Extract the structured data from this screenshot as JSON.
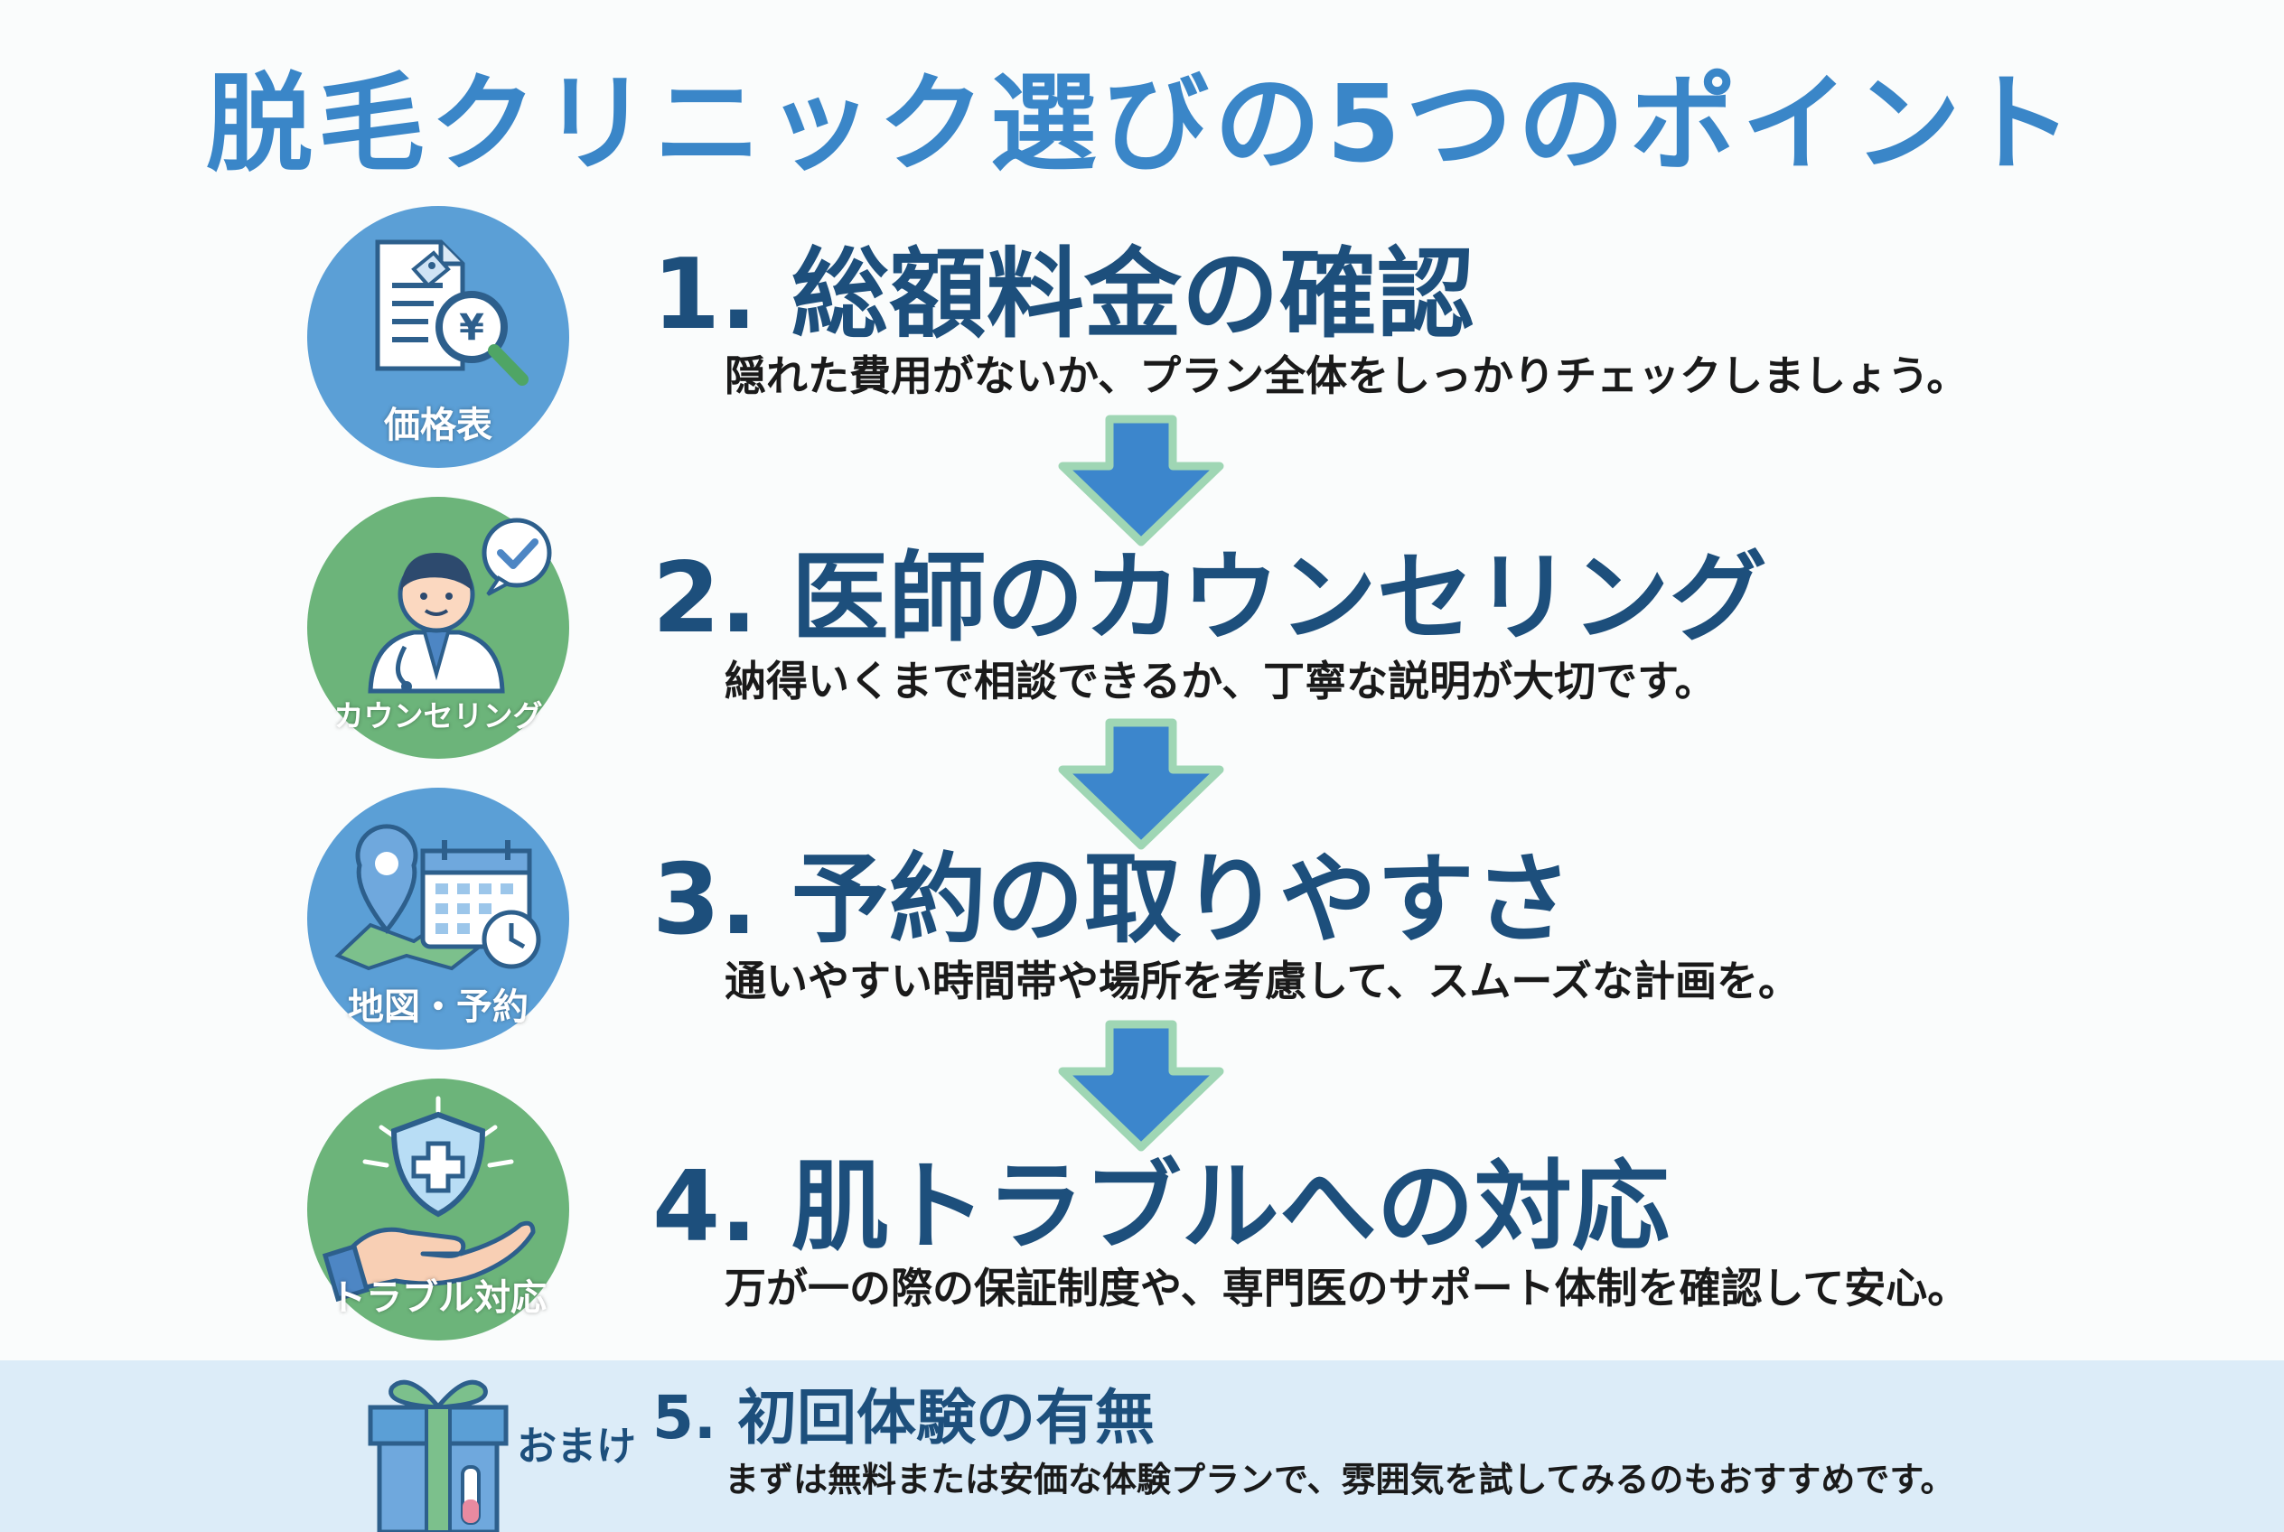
{
  "title": "脱毛クリニック選びの5つのポイント",
  "colors": {
    "title": "#3a86c8",
    "heading": "#1d4f7c",
    "circle_blue": "#5b9fd6",
    "circle_green": "#6cb47a",
    "arrow_fill": "#3c86cc",
    "arrow_outline": "#9fd6b4",
    "bonus_band": "#dcecf8"
  },
  "points": [
    {
      "heading": "1. 総額料金の確認",
      "description": "隠れた費用がないか、プラン全体をしっかりチェックしましょう。",
      "icon_label": "価格表",
      "icon": "price-list-yen-magnifier-icon"
    },
    {
      "heading": "2. 医師のカウンセリング",
      "description": "納得いくまで相談できるか、丁寧な説明が大切です。",
      "icon_label": "カウンセリング",
      "icon": "doctor-check-bubble-icon"
    },
    {
      "heading": "3. 予約の取りやすさ",
      "description": "通いやすい時間帯や場所を考慮して、スムーズな計画を。",
      "icon_label": "地図・予約",
      "icon": "map-pin-calendar-clock-icon"
    },
    {
      "heading": "4. 肌トラブルへの対応",
      "description": "万が一の際の保証制度や、専門医のサポート体制を確認して安心。",
      "icon_label": "トラブル対応",
      "icon": "shield-cross-hand-icon"
    }
  ],
  "bonus": {
    "label": "おまけ",
    "heading": "5. 初回体験の有無",
    "description": "まずは無料または安価な体験プランで、雰囲気を試してみるのもおすすめです。",
    "icon": "gift-box-icon"
  }
}
